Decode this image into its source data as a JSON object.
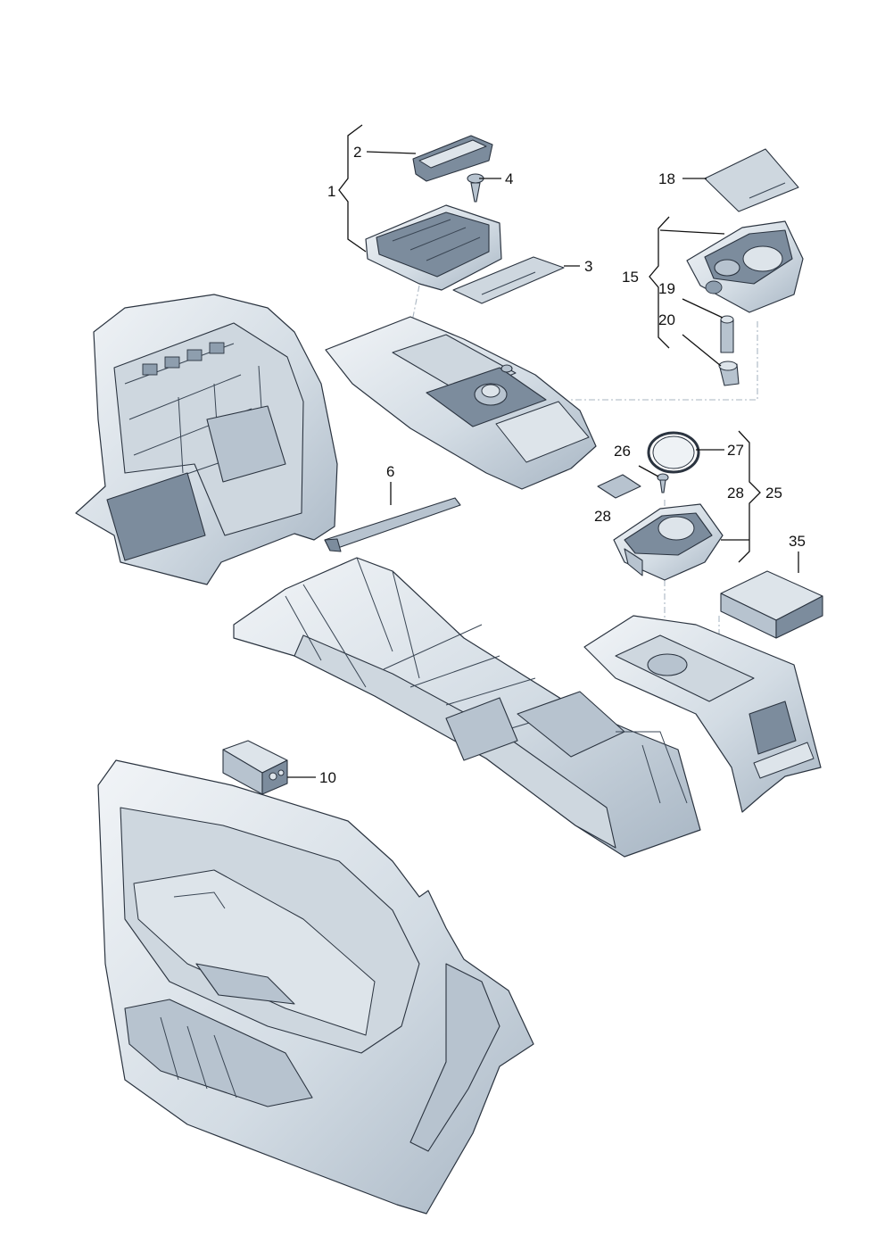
{
  "diagram": {
    "callouts": [
      {
        "id": "c1",
        "text": "1"
      },
      {
        "id": "c2",
        "text": "2"
      },
      {
        "id": "c3",
        "text": "3"
      },
      {
        "id": "c4",
        "text": "4"
      },
      {
        "id": "c6",
        "text": "6"
      },
      {
        "id": "c10",
        "text": "10"
      },
      {
        "id": "c15",
        "text": "15"
      },
      {
        "id": "c18",
        "text": "18"
      },
      {
        "id": "c19",
        "text": "19"
      },
      {
        "id": "c20",
        "text": "20"
      },
      {
        "id": "c25",
        "text": "25"
      },
      {
        "id": "c26",
        "text": "26"
      },
      {
        "id": "c27",
        "text": "27"
      },
      {
        "id": "c28a",
        "text": "28"
      },
      {
        "id": "c28b",
        "text": "28"
      },
      {
        "id": "c35",
        "text": "35"
      }
    ],
    "colors": {
      "part_fill_light": "#e3e9ee",
      "part_fill_dark": "#9aa9b8",
      "outline": "#2b3440",
      "leader": "#111111",
      "dashed_guide": "#aab6c2"
    }
  }
}
